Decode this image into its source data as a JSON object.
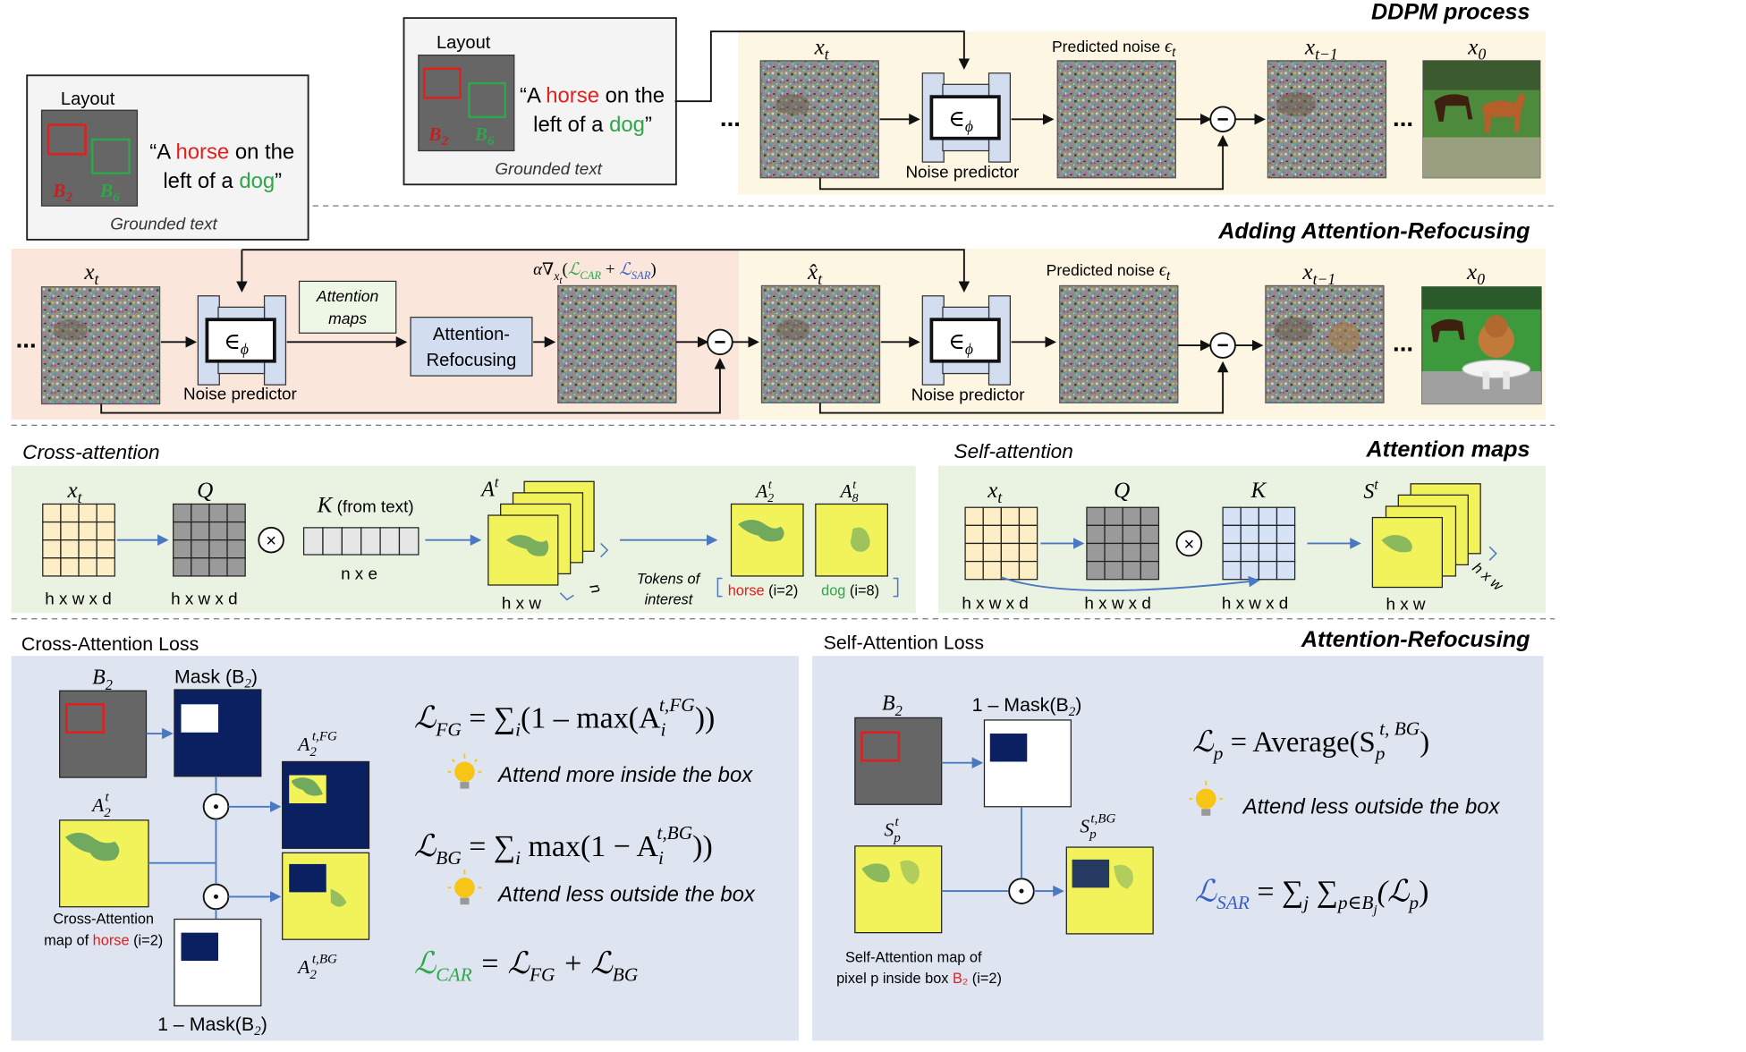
{
  "colors": {
    "red": "#e0201e",
    "green": "#2ea64a",
    "blue": "#3a5fc8",
    "navy": "#0b2060",
    "ddpm_bg": "#fdf6e3",
    "refocus_bg": "#fbe6dc",
    "attn_bg": "#eaf3e2",
    "loss_bg": "#dee5f1",
    "attn_yellow": "#f2f25a"
  },
  "sections": {
    "ddpm_title": "DDPM process",
    "refocus_title": "Adding Attention-Refocusing",
    "attention_maps_title": "Attention maps",
    "attention_refocusing_title": "Attention-Refocusing"
  },
  "grounded": {
    "layout_label": "Layout",
    "quote_open": "“A ",
    "word_horse": "horse",
    "mid_text": " on the",
    "line2_prefix": "left of a ",
    "word_dog": "dog",
    "quote_close": "”",
    "box_b2": "B",
    "box_b2_sub": "2",
    "box_b6": "B",
    "box_b6_sub": "6",
    "caption": "Grounded text"
  },
  "ddpm": {
    "xt": "x",
    "xt_sub": "t",
    "predicted_noise": "Predicted noise ",
    "epsilon": "ϵ",
    "epsilon_sub": "t",
    "xt1": "x",
    "xt1_sub": "t−1",
    "x0": "x",
    "x0_sub": "0",
    "noise_predictor": "Noise predictor",
    "eps_phi": "∈",
    "eps_phi_sub": "ϕ",
    "ellipsis": "...",
    "minus": "−"
  },
  "refocus": {
    "attention_maps_l1": "Attention",
    "attention_maps_l2": "maps",
    "refocus_l1": "Attention-",
    "refocus_l2": "Refocusing",
    "gradient_prefix": "α∇",
    "gradient_sub": "x",
    "gradient_sub2": "t",
    "l_car": "ℒ",
    "l_car_sub": "CAR",
    "plus": " + ",
    "l_sar": "ℒ",
    "l_sar_sub": "SAR",
    "xhat": "x̂",
    "xhat_sub": "t"
  },
  "cross_attention": {
    "title": "Cross-attention",
    "xt": "x",
    "xt_sub": "t",
    "q": "Q",
    "k": "K",
    "k_note": " (from text)",
    "dim_xt": "h x w x d",
    "dim_q": "h x w x d",
    "dim_k": "n x e",
    "otimes": "×",
    "at": "A",
    "at_sup": "t",
    "dim_at": "h x w",
    "n": "n",
    "tokens_l1": "Tokens of",
    "tokens_l2": "interest",
    "a2": "A",
    "a2_sub": "2",
    "a2_sup": "t",
    "a8": "A",
    "a8_sub": "8",
    "a8_sup": "t",
    "horse": "horse",
    "horse_idx": " (i=2)",
    "dog": "dog",
    "dog_idx": " (i=8)"
  },
  "self_attention": {
    "title": "Self-attention",
    "xt": "x",
    "xt_sub": "t",
    "q": "Q",
    "k": "K",
    "dim_xt": "h x w x d",
    "dim_q": "h x w x d",
    "dim_k": "h x w x d",
    "st": "S",
    "st_sup": "t",
    "dim_st": "h x w",
    "hxw": "h x w"
  },
  "ca_loss": {
    "title": "Cross-Attention Loss",
    "b2": "B",
    "b2_sub": "2",
    "mask": "Mask (B",
    "mask_sub": "2",
    "mask_close": ")",
    "inv_mask": "1 – Mask(B",
    "a2t": "A",
    "a2t_sub": "2",
    "a2t_sup": "t",
    "a2fg_sup": "t,FG",
    "a2bg_sup": "t,BG",
    "caption_l1": "Cross-Attention",
    "caption_l2a": "map of ",
    "caption_horse": "horse",
    "caption_l2b": " (i=2)",
    "l_fg_lhs": "ℒ",
    "l_fg_sub": "FG",
    "l_fg_rhs": " = ∑",
    "l_fg_i": "i",
    "l_fg_body": "(1 – max(A",
    "l_fg_ai": "i",
    "l_fg_sup": "t,FG",
    "l_fg_close": "))",
    "tip_fg": "Attend more inside the box",
    "l_bg_lhs": "ℒ",
    "l_bg_sub": "BG",
    "l_bg_rhs": " = ∑",
    "l_bg_i": "i",
    "l_bg_body": " max(1 − A",
    "l_bg_ai": "i",
    "l_bg_sup": "t,BG",
    "l_bg_close": "))",
    "tip_bg": "Attend less outside the box",
    "l_car": "ℒ",
    "l_car_sub": "CAR",
    "l_car_rhs": " = ℒ",
    "l_car_fg": "FG",
    "l_car_plus": " + ℒ",
    "l_car_bg": "BG"
  },
  "sa_loss": {
    "title": "Self-Attention Loss",
    "b2": "B",
    "b2_sub": "2",
    "inv_mask": "1 – Mask(B",
    "inv_mask_sub": "2",
    "inv_mask_close": ")",
    "spt": "S",
    "spt_sub": "p",
    "spt_sup": "t",
    "spbg_sup": "t,BG",
    "caption_l1": "Self-Attention map of",
    "caption_l2a": "pixel p inside box ",
    "caption_b2": "B₂",
    "caption_l2b": " (i=2)",
    "l_p": "ℒ",
    "l_p_sub": "p",
    "l_p_rhs": " = Average(S",
    "l_p_s_sub": "p",
    "l_p_sup": "t, BG",
    "l_p_close": ")",
    "tip": "Attend less outside the box",
    "l_sar": "ℒ",
    "l_sar_sub": "SAR",
    "l_sar_rhs": " = ∑",
    "l_sar_j": "j",
    "l_sar_sum2": " ∑",
    "l_sar_p": "p∈B",
    "l_sar_pj": "j",
    "l_sar_body": "(ℒ",
    "l_sar_body_sub": "p",
    "l_sar_close": ")"
  }
}
